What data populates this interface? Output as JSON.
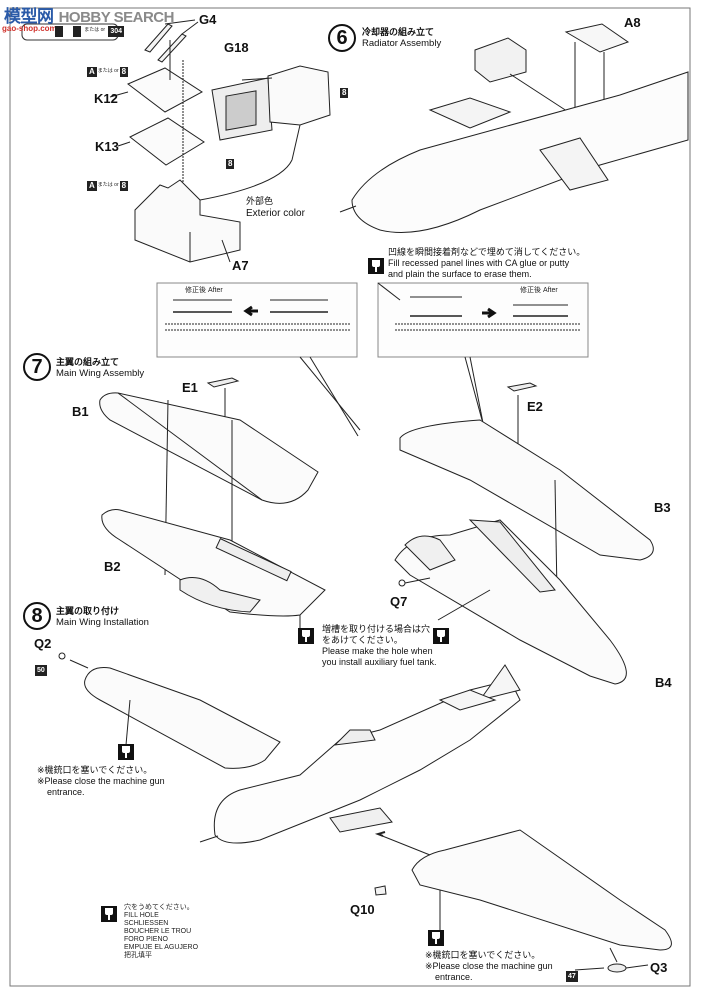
{
  "watermark": {
    "brand_cn": "模型网",
    "brand_text": "HOBBY SEARCH",
    "site": "gao-shop.com",
    "brand_color": "#2a5aa8",
    "search_color": "#8a8a8a",
    "site_color": "#d0302a"
  },
  "legend_box": {
    "codes": [
      "",
      "",
      "304"
    ],
    "or_label": "または or"
  },
  "step_radiator_parts": {
    "G4": "G4",
    "G18": "G18",
    "K12": "K12",
    "K13": "K13",
    "A7": "A7",
    "paint_a": "A",
    "paint_or": "または or",
    "paint_8": "8",
    "exterior_jp": "外部色",
    "exterior_en": "Exterior color"
  },
  "step6": {
    "number": "6",
    "title_jp": "冷却器の組み立て",
    "title_en": "Radiator Assembly",
    "part_A8": "A8"
  },
  "panel_note": {
    "jp": "凹線を瞬間接着剤などで埋めて消してください。",
    "en_line1": "Fill recessed panel lines with CA glue or putty",
    "en_line2": "and plain the surface to erase them.",
    "after_label": "修正後  After"
  },
  "step7": {
    "number": "7",
    "title_jp": "主翼の組み立て",
    "title_en": "Main Wing Assembly",
    "parts": {
      "E1": "E1",
      "E2": "E2",
      "B1": "B1",
      "B2": "B2",
      "B3": "B3",
      "B4": "B4",
      "Q7": "Q7"
    }
  },
  "fuel_tank_note": {
    "jp_line1": "増槽を取り付ける場合は穴",
    "jp_line2": "をあけてください。",
    "en_line1": "Please make the hole when",
    "en_line2": "you install auxiliary fuel tank."
  },
  "step8": {
    "number": "8",
    "title_jp": "主翼の取り付け",
    "title_en": "Main Wing Installation",
    "parts": {
      "Q2": "Q2",
      "Q3": "Q3",
      "Q10": "Q10"
    },
    "paint_codes": {
      "q2": "50",
      "q3": "47"
    }
  },
  "gun_note": {
    "jp": "※機銃口を塞いでください。",
    "en_line1": "※Please close the machine gun",
    "en_line2": "entrance."
  },
  "fill_hole_legend": {
    "lines": [
      "穴をうめてください。",
      "FILL HOLE",
      "SCHLIESSEN",
      "BOUCHER LE TROU",
      "FORO PIENO",
      "EMPUJE EL AGUJERO",
      "把孔填平"
    ]
  }
}
